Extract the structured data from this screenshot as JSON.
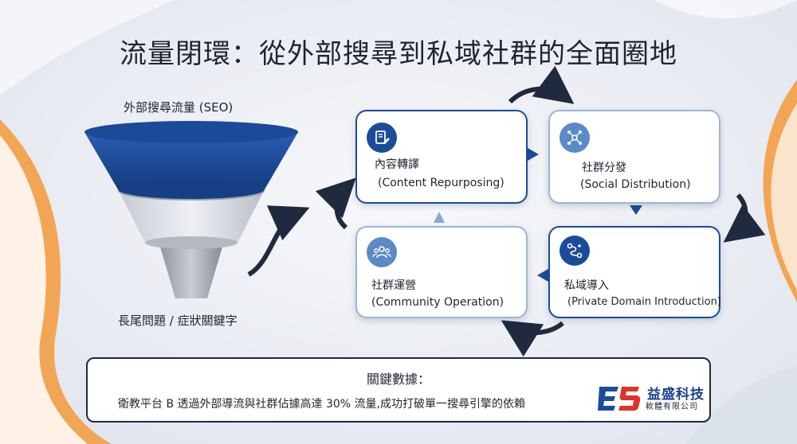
{
  "title": "流量閉環：從外部搜尋到私域社群的全面圈地",
  "funnel": {
    "top_label": "外部搜尋流量 (SEO)",
    "bottom_label": "長尾問題 / 症狀關鍵字"
  },
  "cycle": {
    "cards": [
      {
        "id": "content",
        "label_zh": "內容轉譯",
        "label_en": "(Content Repurposing)",
        "icon": "document-edit-icon"
      },
      {
        "id": "social",
        "label_zh": "社群分發",
        "label_en": "(Social Distribution)",
        "icon": "network-share-icon"
      },
      {
        "id": "private",
        "label_zh": "私域導入",
        "label_en": "(Private Domain Introduction)",
        "icon": "route-path-icon"
      },
      {
        "id": "community",
        "label_zh": "社群運營",
        "label_en": "(Community Operation)",
        "icon": "people-group-icon"
      }
    ]
  },
  "key_data": {
    "title": "關鍵數據：",
    "text": "衛教平台 B 透過外部導流與社群佔據高達 30% 流量,成功打破單一搜尋引擎的依賴"
  },
  "logo": {
    "name": "益盛科技",
    "subtitle": "軟體有限公司"
  },
  "colors": {
    "primary_blue": "#1b4c9a",
    "light_blue": "#5b8ac6",
    "dark_navy": "#1f2a3f",
    "accent_orange": "#f39a3a"
  }
}
